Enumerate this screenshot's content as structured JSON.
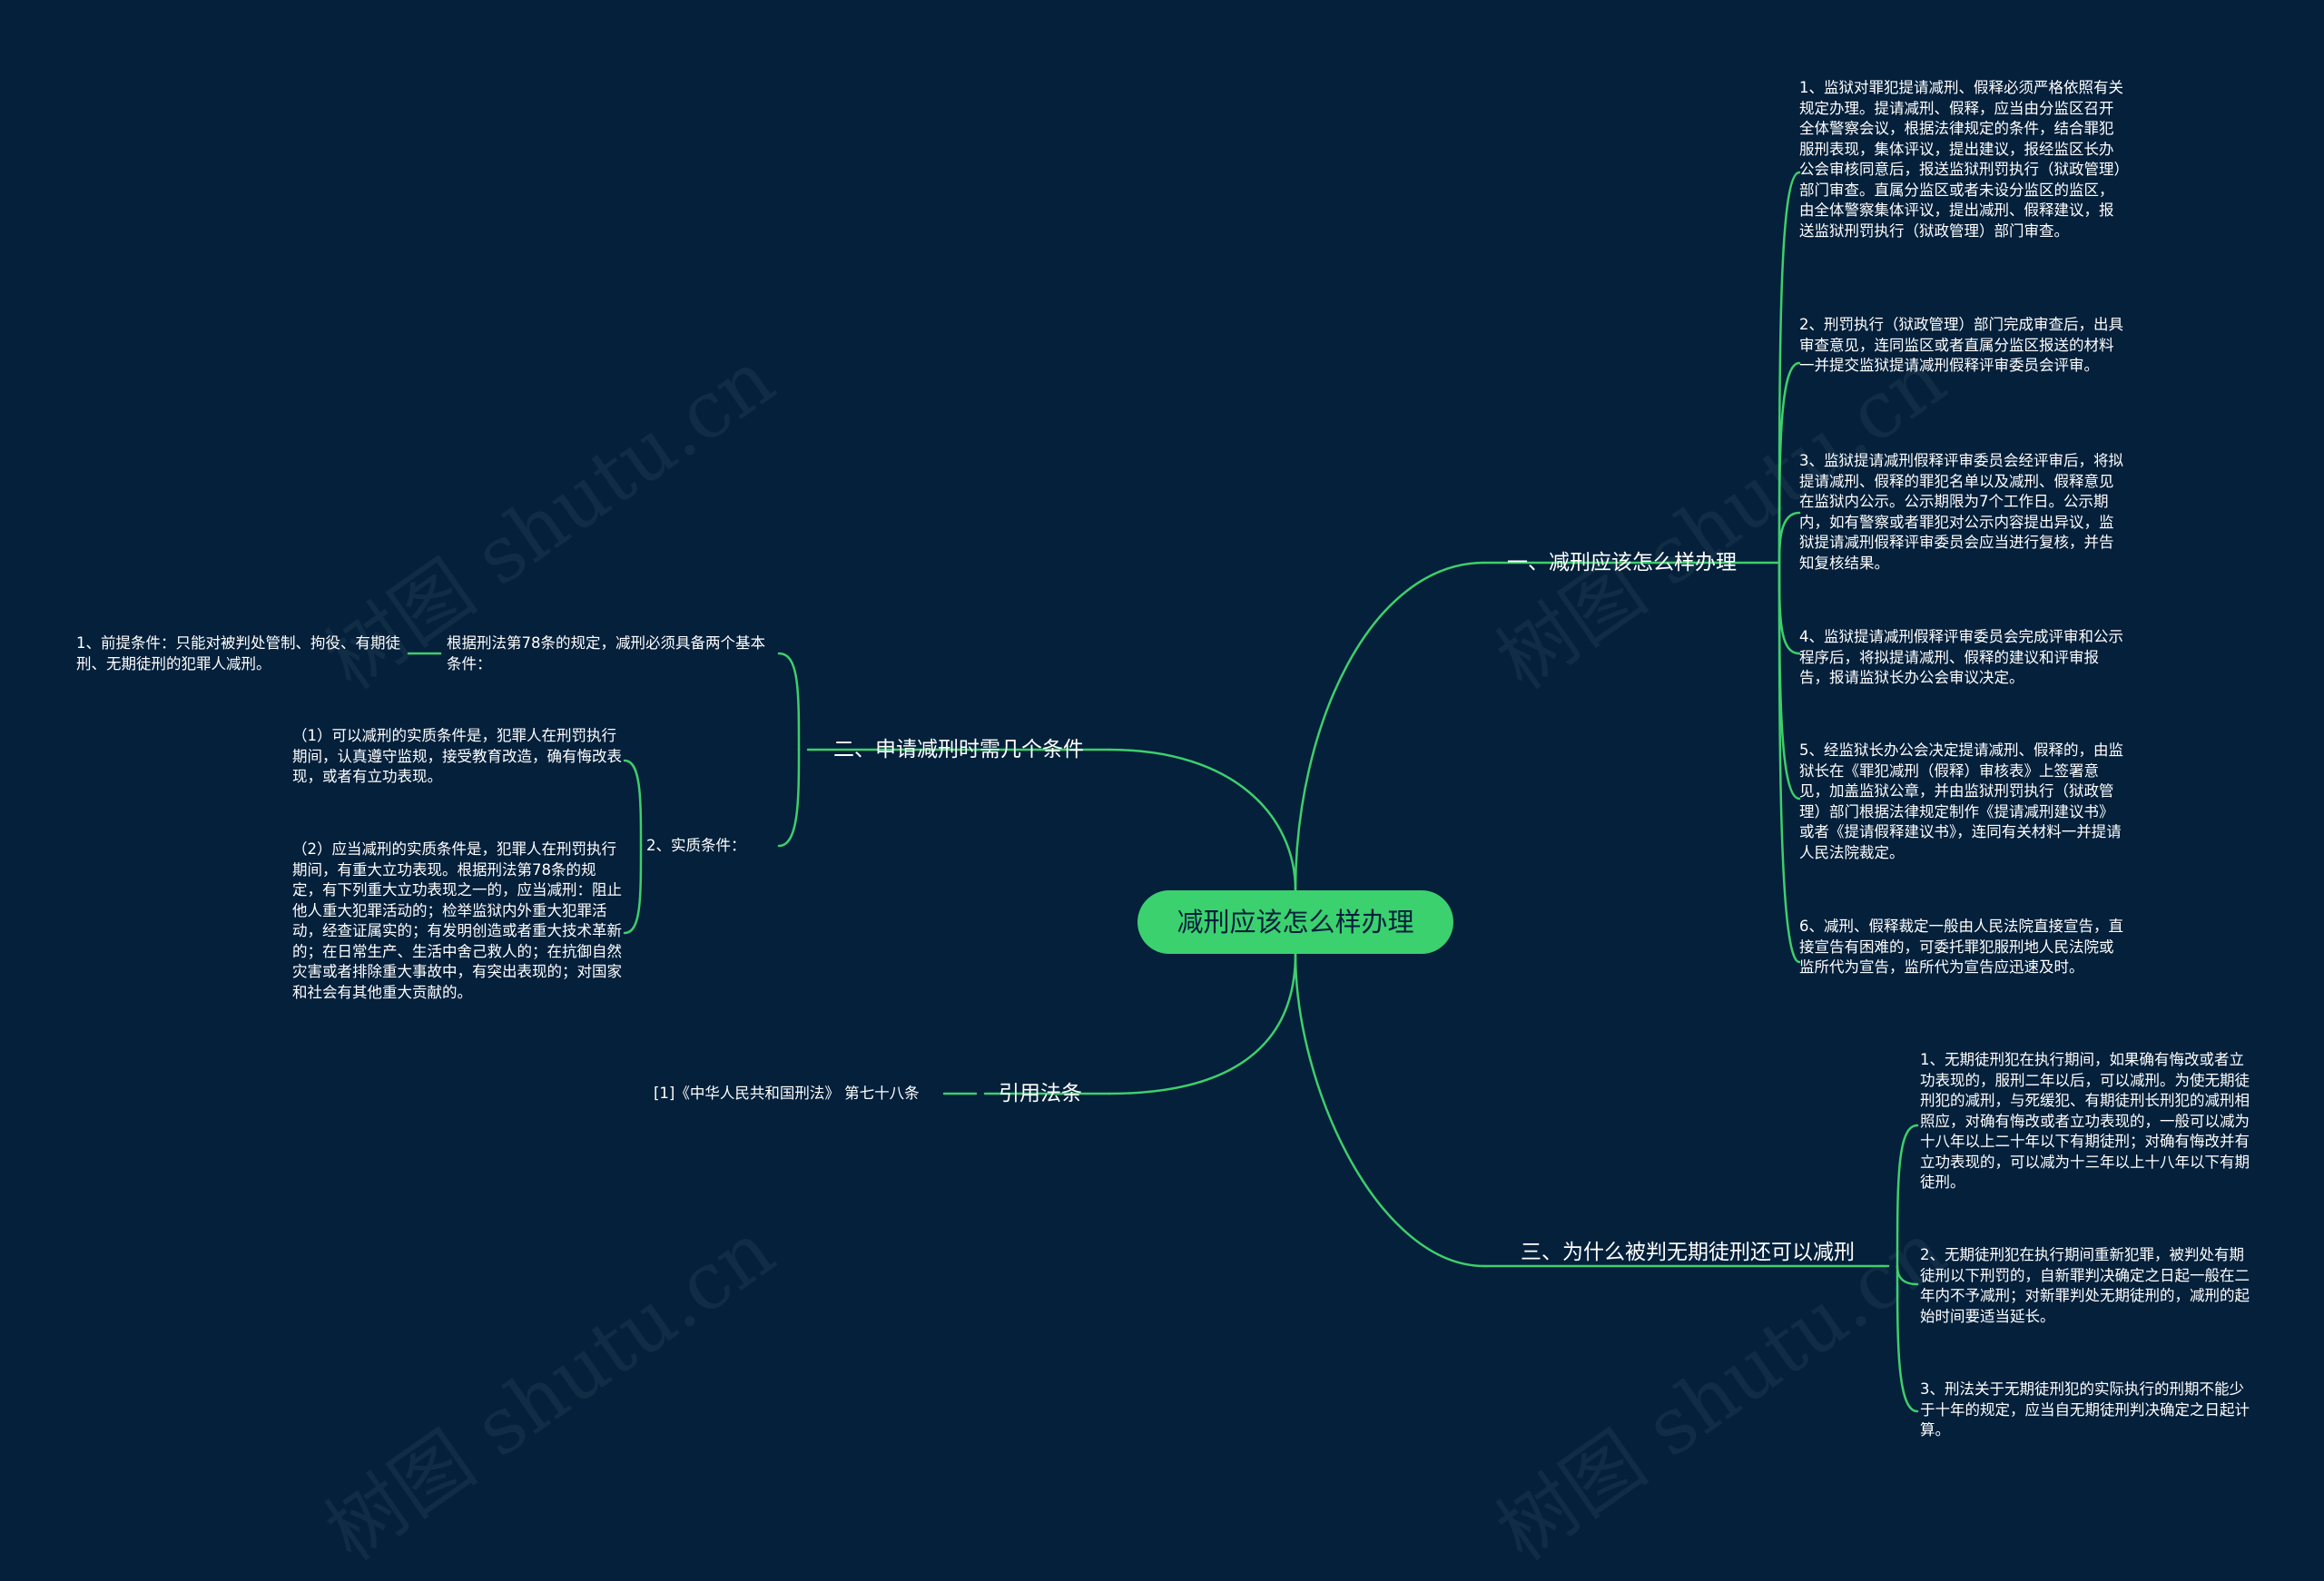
{
  "colors": {
    "background": "#04203b",
    "accent": "#3bd16f",
    "line": "#3ecf6b",
    "text": "#ffffff"
  },
  "watermark": "树图 shutu.cn",
  "root": "减刑应该怎么样办理",
  "branches": {
    "b1": {
      "title": "一、减刑应该怎么样办理",
      "items": [
        "1、监狱对罪犯提请减刑、假释必须严格依照有关规定办理。提请减刑、假释，应当由分监区召开全体警察会议，根据法律规定的条件，结合罪犯服刑表现，集体评议，提出建议，报经监区长办公会审核同意后，报送监狱刑罚执行（狱政管理）部门审查。直属分监区或者未设分监区的监区，由全体警察集体评议，提出减刑、假释建议，报送监狱刑罚执行（狱政管理）部门审查。",
        "2、刑罚执行（狱政管理）部门完成审查后，出具审查意见，连同监区或者直属分监区报送的材料一并提交监狱提请减刑假释评审委员会评审。",
        "3、监狱提请减刑假释评审委员会经评审后，将拟提请减刑、假释的罪犯名单以及减刑、假释意见在监狱内公示。公示期限为7个工作日。公示期内，如有警察或者罪犯对公示内容提出异议，监狱提请减刑假释评审委员会应当进行复核，并告知复核结果。",
        "4、监狱提请减刑假释评审委员会完成评审和公示程序后，将拟提请减刑、假释的建议和评审报告，报请监狱长办公会审议决定。",
        "5、经监狱长办公会决定提请减刑、假释的，由监狱长在《罪犯减刑（假释）审核表》上签署意见，加盖监狱公章，并由监狱刑罚执行（狱政管理）部门根据法律规定制作《提请减刑建议书》或者《提请假释建议书》，连同有关材料一并提请人民法院裁定。",
        "6、减刑、假释裁定一般由人民法院直接宣告，直接宣告有困难的，可委托罪犯服刑地人民法院或监所代为宣告，监所代为宣告应迅速及时。"
      ]
    },
    "b2": {
      "title": "二、申请减刑时需几个条件",
      "basis": "根据刑法第78条的规定，减刑必须具备两个基本条件：",
      "premise": "1、前提条件：只能对被判处管制、拘役、有期徒刑、无期徒刑的犯罪人减刑。",
      "substantive": "2、实质条件：",
      "sub_items": [
        "（1）可以减刑的实质条件是，犯罪人在刑罚执行期间，认真遵守监规，接受教育改造，确有悔改表现，或者有立功表现。",
        "（2）应当减刑的实质条件是，犯罪人在刑罚执行期间，有重大立功表现。根据刑法第78条的规定，有下列重大立功表现之一的，应当减刑：阻止他人重大犯罪活动的；检举监狱内外重大犯罪活动，经查证属实的；有发明创造或者重大技术革新的；在日常生产、生活中舍己救人的；在抗御自然灾害或者排除重大事故中，有突出表现的；对国家和社会有其他重大贡献的。"
      ]
    },
    "b3": {
      "title": "三、为什么被判无期徒刑还可以减刑",
      "items": [
        "1、无期徒刑犯在执行期间，如果确有悔改或者立功表现的，服刑二年以后，可以减刑。为使无期徒刑犯的减刑，与死缓犯、有期徒刑长刑犯的减刑相照应，对确有悔改或者立功表现的，一般可以减为十八年以上二十年以下有期徒刑；对确有悔改并有立功表现的，可以减为十三年以上十八年以下有期徒刑。",
        "2、无期徒刑犯在执行期间重新犯罪，被判处有期徒刑以下刑罚的，自新罪判决确定之日起一般在二年内不予减刑；对新罪判处无期徒刑的，减刑的起始时间要适当延长。",
        "3、刑法关于无期徒刑犯的实际执行的刑期不能少于十年的规定，应当自无期徒刑判决确定之日起计算。"
      ]
    },
    "b4": {
      "title": "引用法条",
      "item": "[1]《中华人民共和国刑法》 第七十八条"
    }
  }
}
